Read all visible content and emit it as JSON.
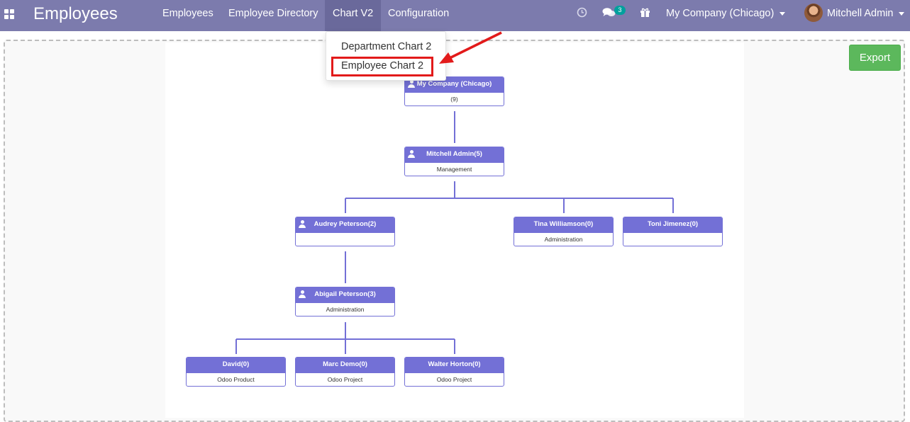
{
  "navbar": {
    "app_title": "Employees",
    "menu": [
      "Employees",
      "Employee Directory",
      "Chart V2",
      "Configuration"
    ],
    "active_menu": "Chart V2",
    "messages_badge": "3",
    "company": "My Company (Chicago)",
    "user": "Mitchell Admin",
    "icons": [
      "apps-grid-icon",
      "clock-icon",
      "chat-icon",
      "gift-icon",
      "caret-down-icon",
      "user-avatar"
    ]
  },
  "dropdown": {
    "items": [
      "Department Chart 2",
      "Employee Chart 2"
    ],
    "highlighted": "Employee Chart 2"
  },
  "toolbar": {
    "export_label": "Export"
  },
  "org_chart": {
    "nodes": [
      {
        "title": "My Company (Chicago)",
        "subtitle": "(9)"
      },
      {
        "title": "Mitchell Admin(5)",
        "subtitle": "Management"
      },
      {
        "title": "Audrey Peterson(2)",
        "subtitle": ""
      },
      {
        "title": "Tina Williamson(0)",
        "subtitle": "Administration"
      },
      {
        "title": "Toni Jimenez(0)",
        "subtitle": ""
      },
      {
        "title": "Abigail Peterson(3)",
        "subtitle": "Administration"
      },
      {
        "title": "David(0)",
        "subtitle": "Odoo Product"
      },
      {
        "title": "Marc Demo(0)",
        "subtitle": "Odoo Project"
      },
      {
        "title": "Walter Horton(0)",
        "subtitle": "Odoo Project"
      }
    ]
  },
  "colors": {
    "navbar": "#7c7bad",
    "node_header": "#7370d6",
    "export_button": "#5cb85c",
    "annotation": "#e21a1a",
    "badge": "#00a09d"
  }
}
